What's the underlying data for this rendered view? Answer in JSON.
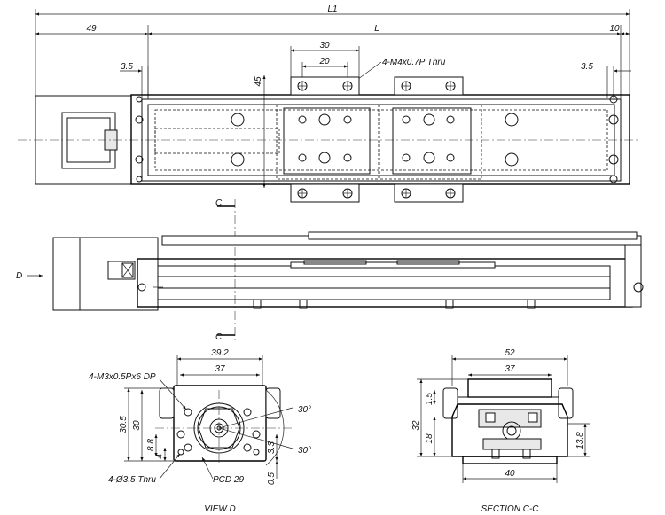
{
  "top_view": {
    "dim_L1": "L1",
    "dim_49": "49",
    "dim_L": "L",
    "dim_10": "10",
    "dim_30": "30",
    "dim_20": "20",
    "dim_3_5_left": "3.5",
    "dim_3_5_right": "3.5",
    "dim_45": "45",
    "thread_note": "4-M4x0.7P Thru"
  },
  "side_view": {
    "section_c_top": "C",
    "section_c_bottom": "C",
    "view_d": "D"
  },
  "view_d": {
    "dim_39_2": "39.2",
    "dim_37": "37",
    "dim_30_5": "30.5",
    "dim_30": "30",
    "dim_8_8": "8.8",
    "dim_4": "4",
    "dim_3_3": "3.3",
    "dim_0_5": "0.5",
    "angle_top": "30°",
    "angle_bottom": "30°",
    "note_m3": "4-M3x0.5Px6 DP",
    "note_thru": "4-Ø3.5 Thru",
    "note_pcd": "PCD 29",
    "title": "VIEW D"
  },
  "section_cc": {
    "dim_52": "52",
    "dim_37": "37",
    "dim_1_5": "1.5",
    "dim_32": "32",
    "dim_18": "18",
    "dim_13_8": "13.8",
    "dim_40": "40",
    "title": "SECTION C-C"
  }
}
